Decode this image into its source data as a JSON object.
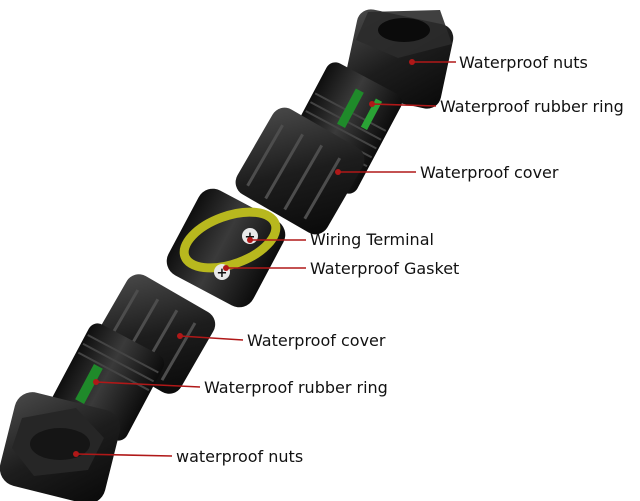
{
  "colors": {
    "leader": "#b01818",
    "rubber_black": "#1b1b1b",
    "ring_green": "#1f8a2a",
    "gasket_yellow": "#b8b81e"
  },
  "labels": [
    {
      "id": "nut-top",
      "text": "Waterproof nuts"
    },
    {
      "id": "ring-top",
      "text": "Waterproof rubber ring"
    },
    {
      "id": "cover-top",
      "text": "Waterproof cover"
    },
    {
      "id": "terminal",
      "text": "Wiring Terminal"
    },
    {
      "id": "gasket",
      "text": "Waterproof Gasket"
    },
    {
      "id": "cover-bottom",
      "text": "Waterproof cover"
    },
    {
      "id": "ring-bottom",
      "text": "Waterproof rubber ring"
    },
    {
      "id": "nut-bottom",
      "text": "waterproof nuts"
    }
  ]
}
